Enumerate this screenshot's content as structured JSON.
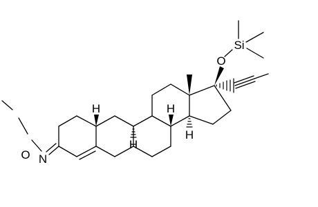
{
  "molecule": {
    "atom_labels": {
      "si": "Si",
      "o_ether": "O",
      "o_methoxy": "O",
      "n_oxime": "N",
      "h_c10": "H",
      "h_c9": "H",
      "h_c8": "H",
      "h_c14": "H"
    }
  }
}
